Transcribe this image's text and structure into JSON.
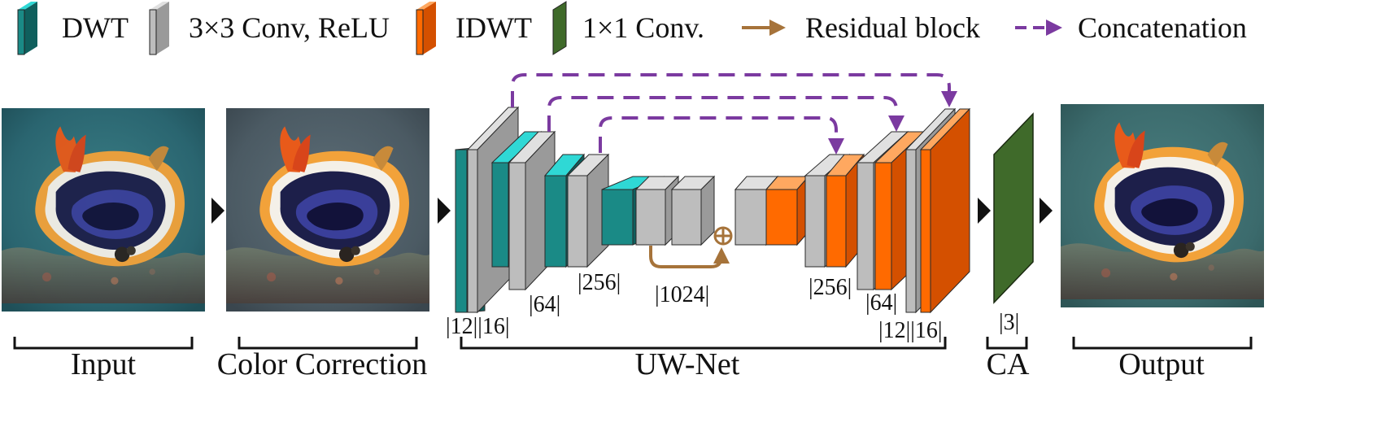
{
  "legend": [
    {
      "key": "dwt",
      "label": "DWT",
      "color": "#1a8a86",
      "top": "#2fd8d5",
      "side": "#0f5f5d"
    },
    {
      "key": "conv33",
      "label": "3×3 Conv, ReLU",
      "color": "#bdbdbd",
      "top": "#e0e0e0",
      "side": "#9a9a9a"
    },
    {
      "key": "idwt",
      "label": "IDWT",
      "color": "#ff6a00",
      "top": "#ffa860",
      "side": "#d45000"
    },
    {
      "key": "conv11",
      "label": "1×1 Conv.",
      "color": "#3f6a2a",
      "top": "#5c8a40",
      "side": "#2a4a1c"
    },
    {
      "key": "residual",
      "label": "Residual block",
      "color": "#a6733a"
    },
    {
      "key": "concat",
      "label": "Concatenation",
      "color": "#7b3aa0"
    }
  ],
  "stages": {
    "input": "Input",
    "color_correction": "Color Correction",
    "uwnet": "UW-Net",
    "ca": "CA",
    "output": "Output"
  },
  "dims": {
    "enc1": "|12||16|",
    "enc2": "|64|",
    "enc3": "|256|",
    "bottleneck": "|1024|",
    "dec3": "|256|",
    "dec2": "|64|",
    "dec1": "|12||16|",
    "ca": "|3|"
  },
  "colors": {
    "arrow": "#111111",
    "bracket": "#111111",
    "residual": "#a6733a",
    "concat": "#7b3aa0"
  }
}
